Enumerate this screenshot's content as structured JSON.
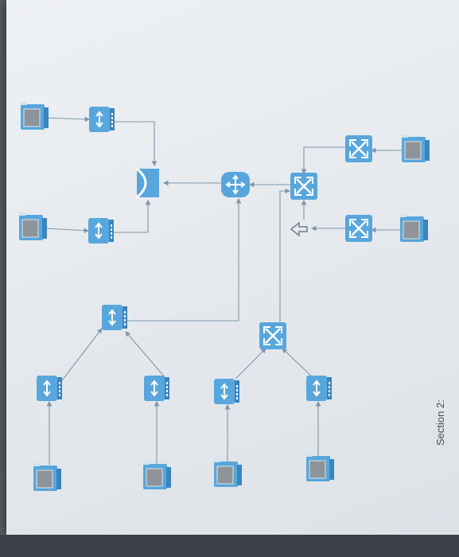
{
  "section_label": "Section 2:",
  "colors": {
    "device_blue": "#58a6dc",
    "device_dark": "#3b85bd",
    "connector": "#7e96aa",
    "paper": "#e9ecef"
  },
  "nodes": [
    {
      "id": "pc1",
      "icon": "workstation-icon"
    },
    {
      "id": "pc2",
      "icon": "workstation-icon"
    },
    {
      "id": "pc3",
      "icon": "workstation-icon"
    },
    {
      "id": "pc4",
      "icon": "workstation-icon"
    },
    {
      "id": "pc5",
      "icon": "workstation-icon"
    },
    {
      "id": "pc6",
      "icon": "workstation-icon"
    },
    {
      "id": "pc7",
      "icon": "workstation-icon"
    },
    {
      "id": "pc8",
      "icon": "workstation-icon"
    },
    {
      "id": "hub1",
      "icon": "hub-icon"
    },
    {
      "id": "hub2",
      "icon": "hub-icon"
    },
    {
      "id": "hub3",
      "icon": "hub-icon"
    },
    {
      "id": "hub4",
      "icon": "hub-icon"
    },
    {
      "id": "hub5",
      "icon": "hub-icon"
    },
    {
      "id": "hub6",
      "icon": "hub-icon"
    },
    {
      "id": "hub7",
      "icon": "hub-icon"
    },
    {
      "id": "bridge1",
      "icon": "bridge-icon"
    },
    {
      "id": "router1",
      "icon": "router-icon"
    },
    {
      "id": "switch1",
      "icon": "switch-icon"
    },
    {
      "id": "switch2",
      "icon": "switch-icon"
    },
    {
      "id": "switch3",
      "icon": "switch-icon"
    },
    {
      "id": "switch4",
      "icon": "switch-icon"
    },
    {
      "id": "pc9",
      "icon": "workstation-icon"
    },
    {
      "id": "pc10",
      "icon": "workstation-icon"
    },
    {
      "id": "gateway1",
      "icon": "gateway-icon"
    }
  ],
  "edges": [
    [
      "pc1",
      "hub1"
    ],
    [
      "hub1",
      "bridge1"
    ],
    [
      "pc2",
      "hub2"
    ],
    [
      "hub2",
      "bridge1"
    ],
    [
      "router1",
      "bridge1"
    ],
    [
      "switch1",
      "router1"
    ],
    [
      "switch2",
      "switch1"
    ],
    [
      "pc9",
      "switch2"
    ],
    [
      "gateway1",
      "switch1"
    ],
    [
      "switch3",
      "gateway1"
    ],
    [
      "pc10",
      "switch3"
    ],
    [
      "hub3",
      "router1"
    ],
    [
      "hub4",
      "hub3"
    ],
    [
      "pc3",
      "hub4"
    ],
    [
      "hub5",
      "hub3"
    ],
    [
      "pc4",
      "hub5"
    ],
    [
      "switch4",
      "switch1"
    ],
    [
      "hub6",
      "switch4"
    ],
    [
      "pc5",
      "hub6"
    ],
    [
      "hub7",
      "switch4"
    ],
    [
      "pc6",
      "hub7"
    ]
  ]
}
